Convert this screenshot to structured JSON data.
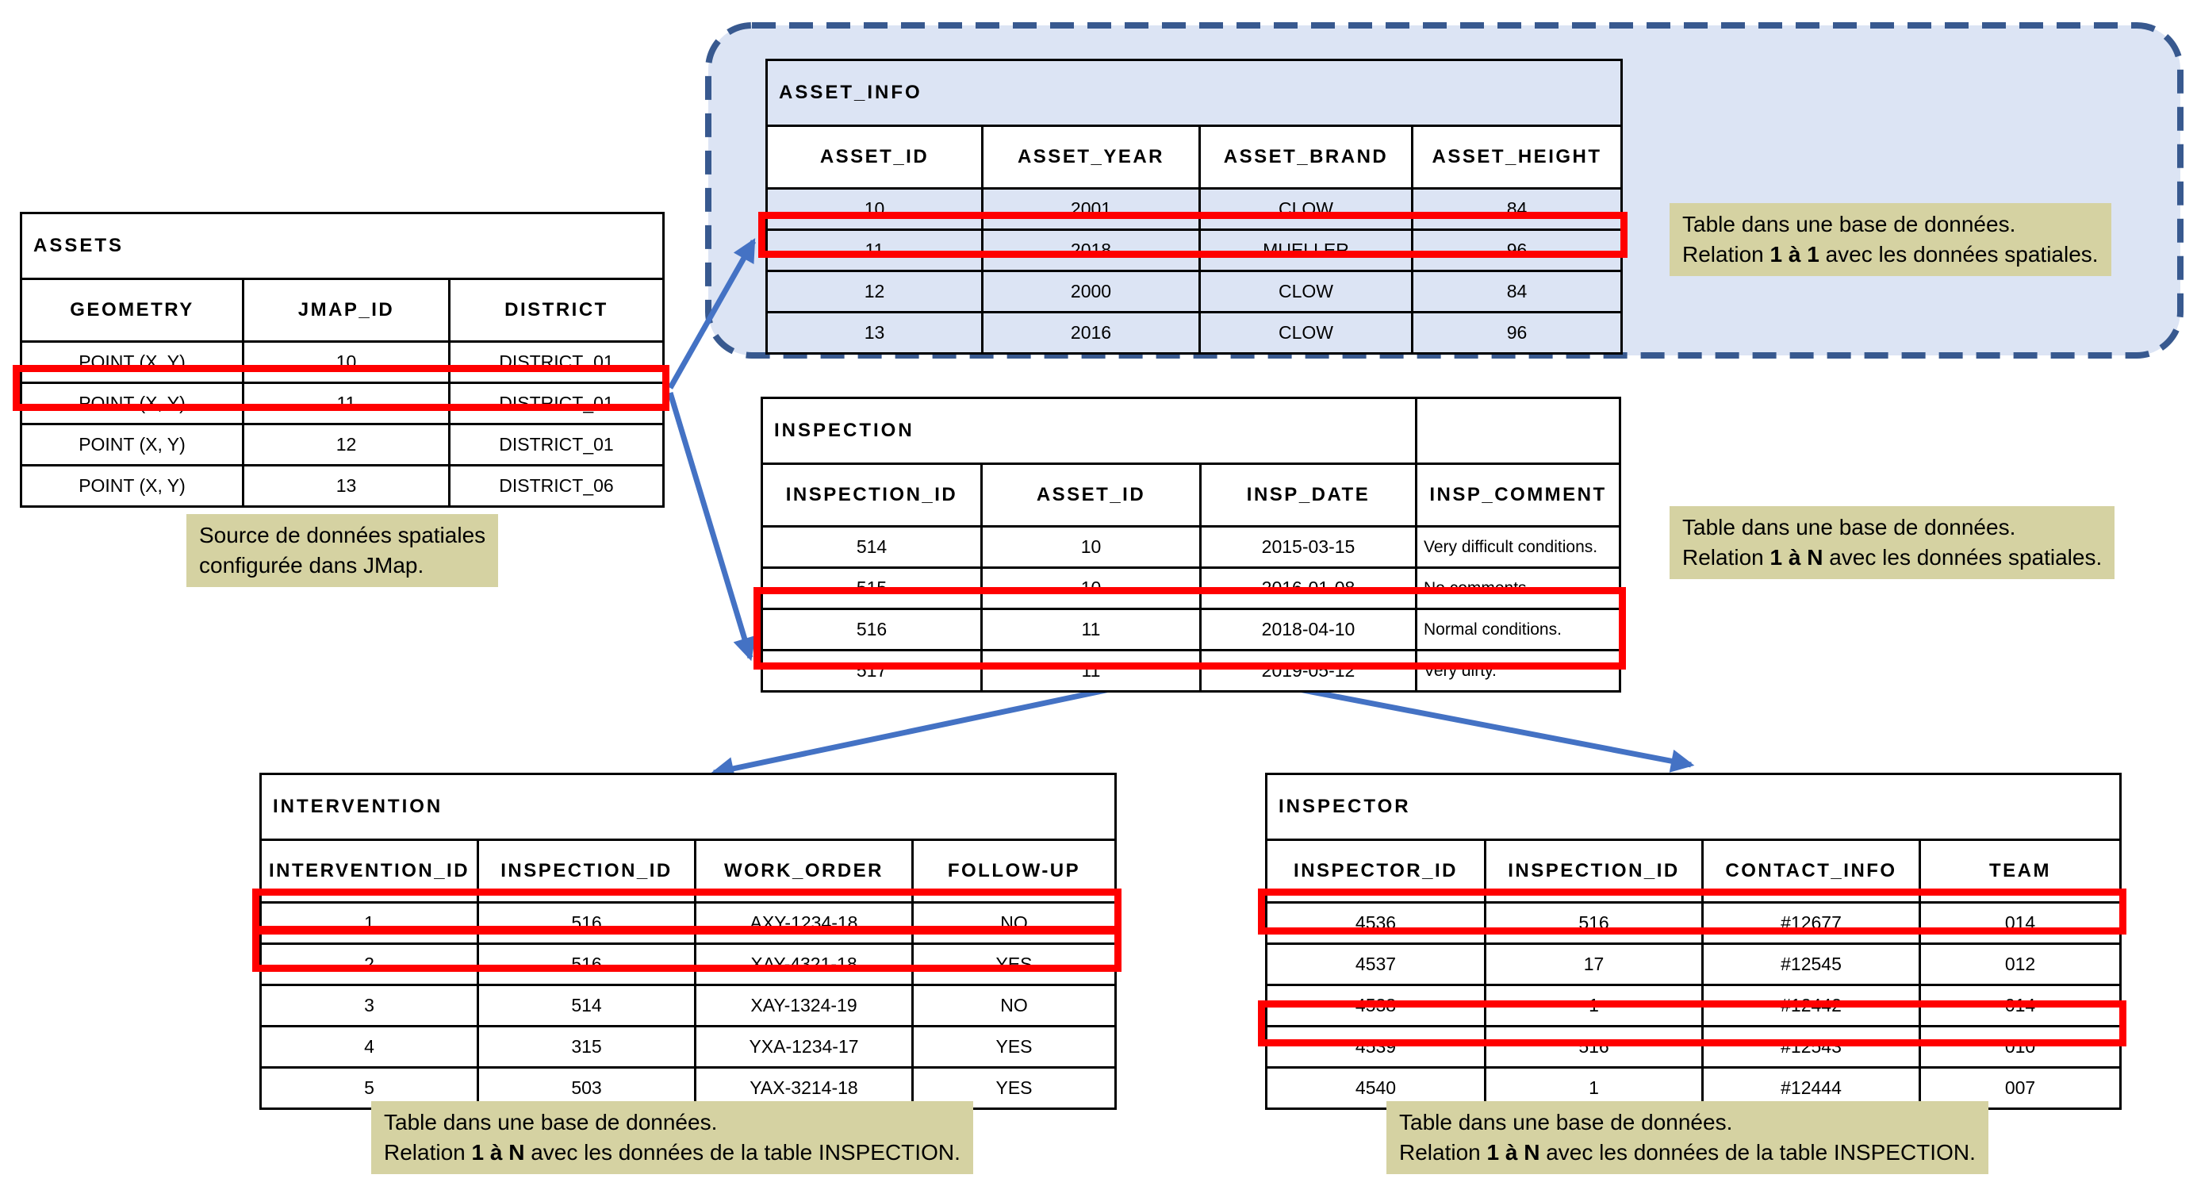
{
  "colors": {
    "highlight_red": "#ff0000",
    "arrow_blue": "#4472c4",
    "container_fill": "#dce4f4",
    "container_border": "#38598f",
    "annotation_bg": "#d5d2a2",
    "table_border": "#000000"
  },
  "tables": {
    "assets": {
      "title": "ASSETS",
      "headers": [
        "GEOMETRY",
        "JMAP_ID",
        "DISTRICT"
      ],
      "rows": [
        [
          "POINT (X, Y)",
          "10",
          "DISTRICT_01"
        ],
        [
          "POINT (X, Y)",
          "11",
          "DISTRICT_01"
        ],
        [
          "POINT (X, Y)",
          "12",
          "DISTRICT_01"
        ],
        [
          "POINT (X, Y)",
          "13",
          "DISTRICT_06"
        ]
      ]
    },
    "asset_info": {
      "title": "ASSET_INFO",
      "headers": [
        "ASSET_ID",
        "ASSET_YEAR",
        "ASSET_BRAND",
        "ASSET_HEIGHT"
      ],
      "rows": [
        [
          "10",
          "2001",
          "CLOW",
          "84"
        ],
        [
          "11",
          "2018",
          "MUELLER",
          "96"
        ],
        [
          "12",
          "2000",
          "CLOW",
          "84"
        ],
        [
          "13",
          "2016",
          "CLOW",
          "96"
        ]
      ]
    },
    "inspection": {
      "title": "INSPECTION",
      "headers": [
        "INSPECTION_ID",
        "ASSET_ID",
        "INSP_DATE",
        "INSP_COMMENT"
      ],
      "rows": [
        [
          "514",
          "10",
          "2015-03-15",
          "Very difficult conditions."
        ],
        [
          "515",
          "10",
          "2016-01-08",
          "No comments."
        ],
        [
          "516",
          "11",
          "2018-04-10",
          "Normal conditions."
        ],
        [
          "517",
          "11",
          "2019-05-12",
          "Very dirty."
        ]
      ]
    },
    "intervention": {
      "title": "INTERVENTION",
      "headers": [
        "INTERVENTION_ID",
        "INSPECTION_ID",
        "WORK_ORDER",
        "FOLLOW-UP"
      ],
      "rows": [
        [
          "1",
          "516",
          "AXY-1234-18",
          "NO"
        ],
        [
          "2",
          "516",
          "XAY-4321-18",
          "YES"
        ],
        [
          "3",
          "514",
          "XAY-1324-19",
          "NO"
        ],
        [
          "4",
          "315",
          "YXA-1234-17",
          "YES"
        ],
        [
          "5",
          "503",
          "YAX-3214-18",
          "YES"
        ]
      ]
    },
    "inspector": {
      "title": "INSPECTOR",
      "headers": [
        "INSPECTOR_ID",
        "INSPECTION_ID",
        "CONTACT_INFO",
        "TEAM"
      ],
      "rows": [
        [
          "4536",
          "516",
          "#12677",
          "014"
        ],
        [
          "4537",
          "17",
          "#12545",
          "012"
        ],
        [
          "4538",
          "1",
          "#12442",
          "014"
        ],
        [
          "4539",
          "516",
          "#12543",
          "010"
        ],
        [
          "4540",
          "1",
          "#12444",
          "007"
        ]
      ]
    }
  },
  "annotations": {
    "jmap_source": {
      "line1": "Source de données spatiales",
      "line2": "configurée dans JMap."
    },
    "rel_1_1": {
      "line1": "Table dans une base de données.",
      "line2_pre": "Relation ",
      "line2_bold": "1 à 1",
      "line2_post": " avec les données spatiales."
    },
    "rel_1_n_spatial": {
      "line1": "Table dans une base de données.",
      "line2_pre": "Relation ",
      "line2_bold": "1 à N",
      "line2_post": " avec les données spatiales."
    },
    "rel_1_n_intervention": {
      "line1": "Table dans une base de données.",
      "line2_pre": "Relation ",
      "line2_bold": "1 à N",
      "line2_post": " avec les données de la table INSPECTION."
    },
    "rel_1_n_inspector": {
      "line1": "Table dans une base de données.",
      "line2_pre": "Relation ",
      "line2_bold": "1 à N",
      "line2_post": " avec les données de la table INSPECTION."
    }
  }
}
